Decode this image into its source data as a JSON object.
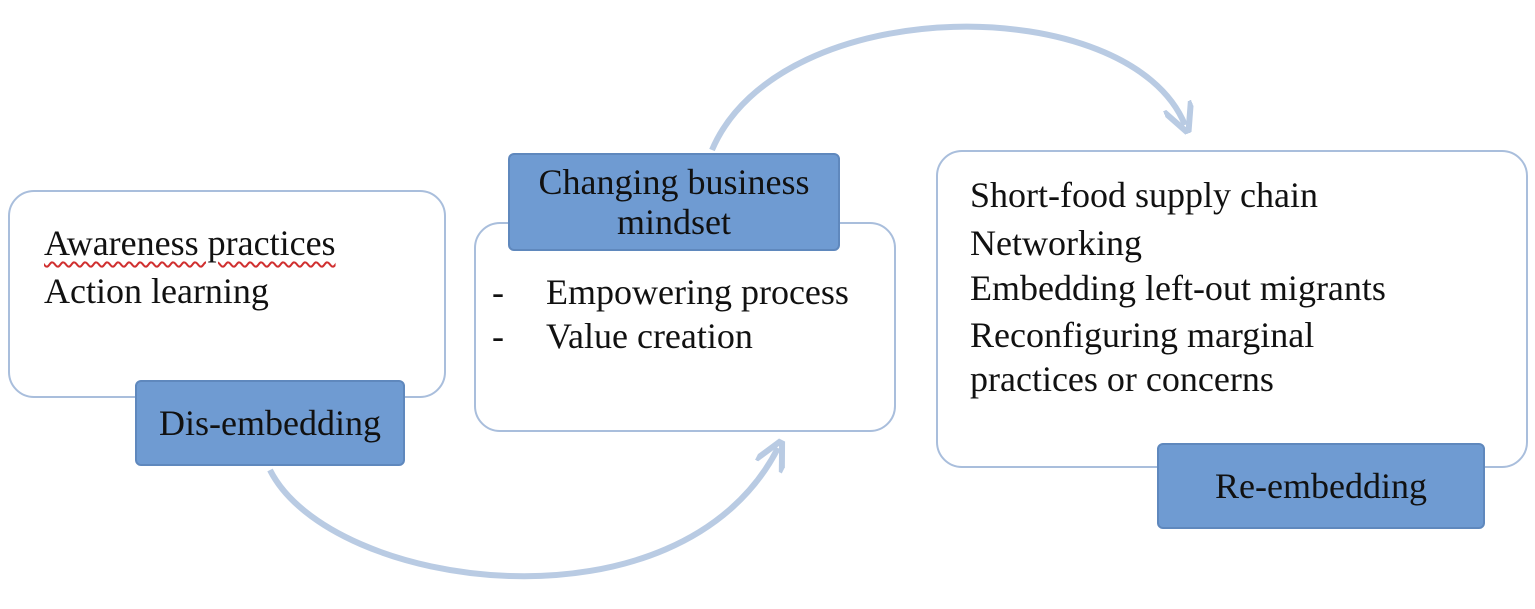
{
  "colors": {
    "box_border": "#a9bedc",
    "tag_fill": "#6f9bd2",
    "arrow": "#b9cbe3"
  },
  "stages": {
    "dis_embedding": {
      "tag": "Dis-embedding",
      "items": [
        "Awareness practices",
        "Action learning"
      ]
    },
    "changing_mindset": {
      "tag_line1": "Changing business",
      "tag_line2": "mindset",
      "bullet": "-",
      "items": [
        "Empowering process",
        "Value creation"
      ]
    },
    "re_embedding": {
      "tag": "Re-embedding",
      "items": [
        "Short-food supply chain",
        "Networking",
        "Embedding left-out migrants",
        "Reconfiguring marginal",
        "practices or concerns"
      ]
    }
  }
}
